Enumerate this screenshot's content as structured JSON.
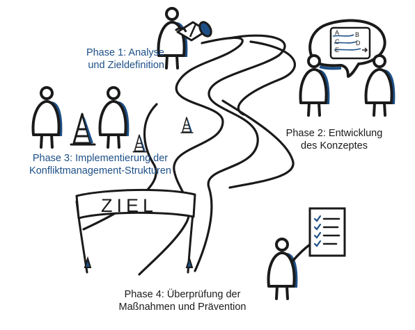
{
  "colors": {
    "accent": "#1d4f86",
    "ink": "#1a1a1a",
    "background": "#ffffff"
  },
  "phases": [
    {
      "id": "phase-1",
      "lines": [
        "Phase 1: Analyse",
        "und Zieldefinition"
      ],
      "color": "blue"
    },
    {
      "id": "phase-2",
      "lines": [
        "Phase 2: Entwicklung",
        "des Konzeptes"
      ],
      "color": "dark"
    },
    {
      "id": "phase-3",
      "lines": [
        "Phase 3: Implementierung der",
        "Konfliktmanagement-Strukturen"
      ],
      "color": "blue"
    },
    {
      "id": "phase-4",
      "lines": [
        "Phase 4: Überprüfung der",
        "Maßnahmen und Prävention"
      ],
      "color": "dark"
    }
  ],
  "goal_banner": {
    "text": "ZIEL"
  },
  "flowchart_letters": [
    "A",
    "B",
    "C",
    "D",
    "E"
  ],
  "icons": [
    "telescope-icon",
    "traffic-cone-icon",
    "checklist-icon",
    "speech-bubble-icon",
    "finish-banner-icon"
  ]
}
